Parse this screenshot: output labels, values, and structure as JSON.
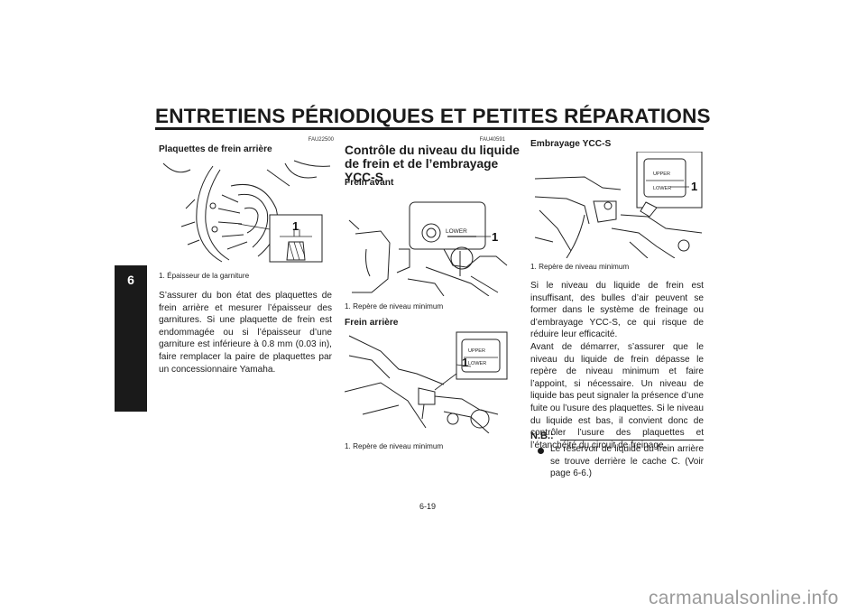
{
  "header": {
    "title": "ENTRETIENS PÉRIODIQUES ET PETITES RÉPARATIONS"
  },
  "chapter": {
    "number": "6"
  },
  "col1": {
    "code": "FAU22500",
    "heading": "Plaquettes de frein arrière",
    "callout": "1",
    "caption": "1.  Épaisseur de la garniture",
    "paragraph": "S’assurer du bon état des plaquettes de frein arrière et mesurer l’épaisseur des garnitures. Si une plaquette de frein est endommagée ou si l’épaisseur d’une garniture est inférieure à 0.8 mm (0.03 in), faire remplacer la paire de plaquettes par un concessionnaire Yamaha."
  },
  "col2": {
    "code": "FAU40591",
    "heading": "Contrôle du niveau du liquide de frein et de l’embrayage YCC-S",
    "sub1": "Frein avant",
    "fig1_label": "LOWER",
    "fig1_callout": "1",
    "caption1": "1.  Repère de niveau minimum",
    "sub2": "Frein arrière",
    "fig2_upper": "UPPER",
    "fig2_lower": "LOWER",
    "fig2_callout": "1",
    "caption2": "1.  Repère de niveau minimum"
  },
  "col3": {
    "heading": "Embrayage YCC-S",
    "fig_callout": "1",
    "fig_upper": "UPPER",
    "fig_lower": "LOWER",
    "caption": "1.  Repère de niveau minimum",
    "paragraph1": "Si le niveau du liquide de frein est insuffisant, des bulles d’air peuvent se former dans le système de freinage ou d’embrayage YCC-S, ce qui risque de réduire leur efficacité.",
    "paragraph2": "Avant de démarrer, s’assurer que le niveau du liquide de frein dépasse le repère de niveau minimum et faire l’appoint, si nécessaire. Un niveau de liquide bas peut signaler la présence d’une fuite ou l’usure des plaquettes. Si le niveau du liquide est bas, il convient donc de contrôler l’usure des plaquettes et l’étanchéité du circuit de freinage.",
    "nb_label": "N.B.:",
    "bullet": "Le réservoir de liquide du frein arrière se trouve derrière le cache C. (Voir page 6-6.)"
  },
  "footer": {
    "page": "6-19",
    "watermark": "carmanualsonline.info"
  }
}
